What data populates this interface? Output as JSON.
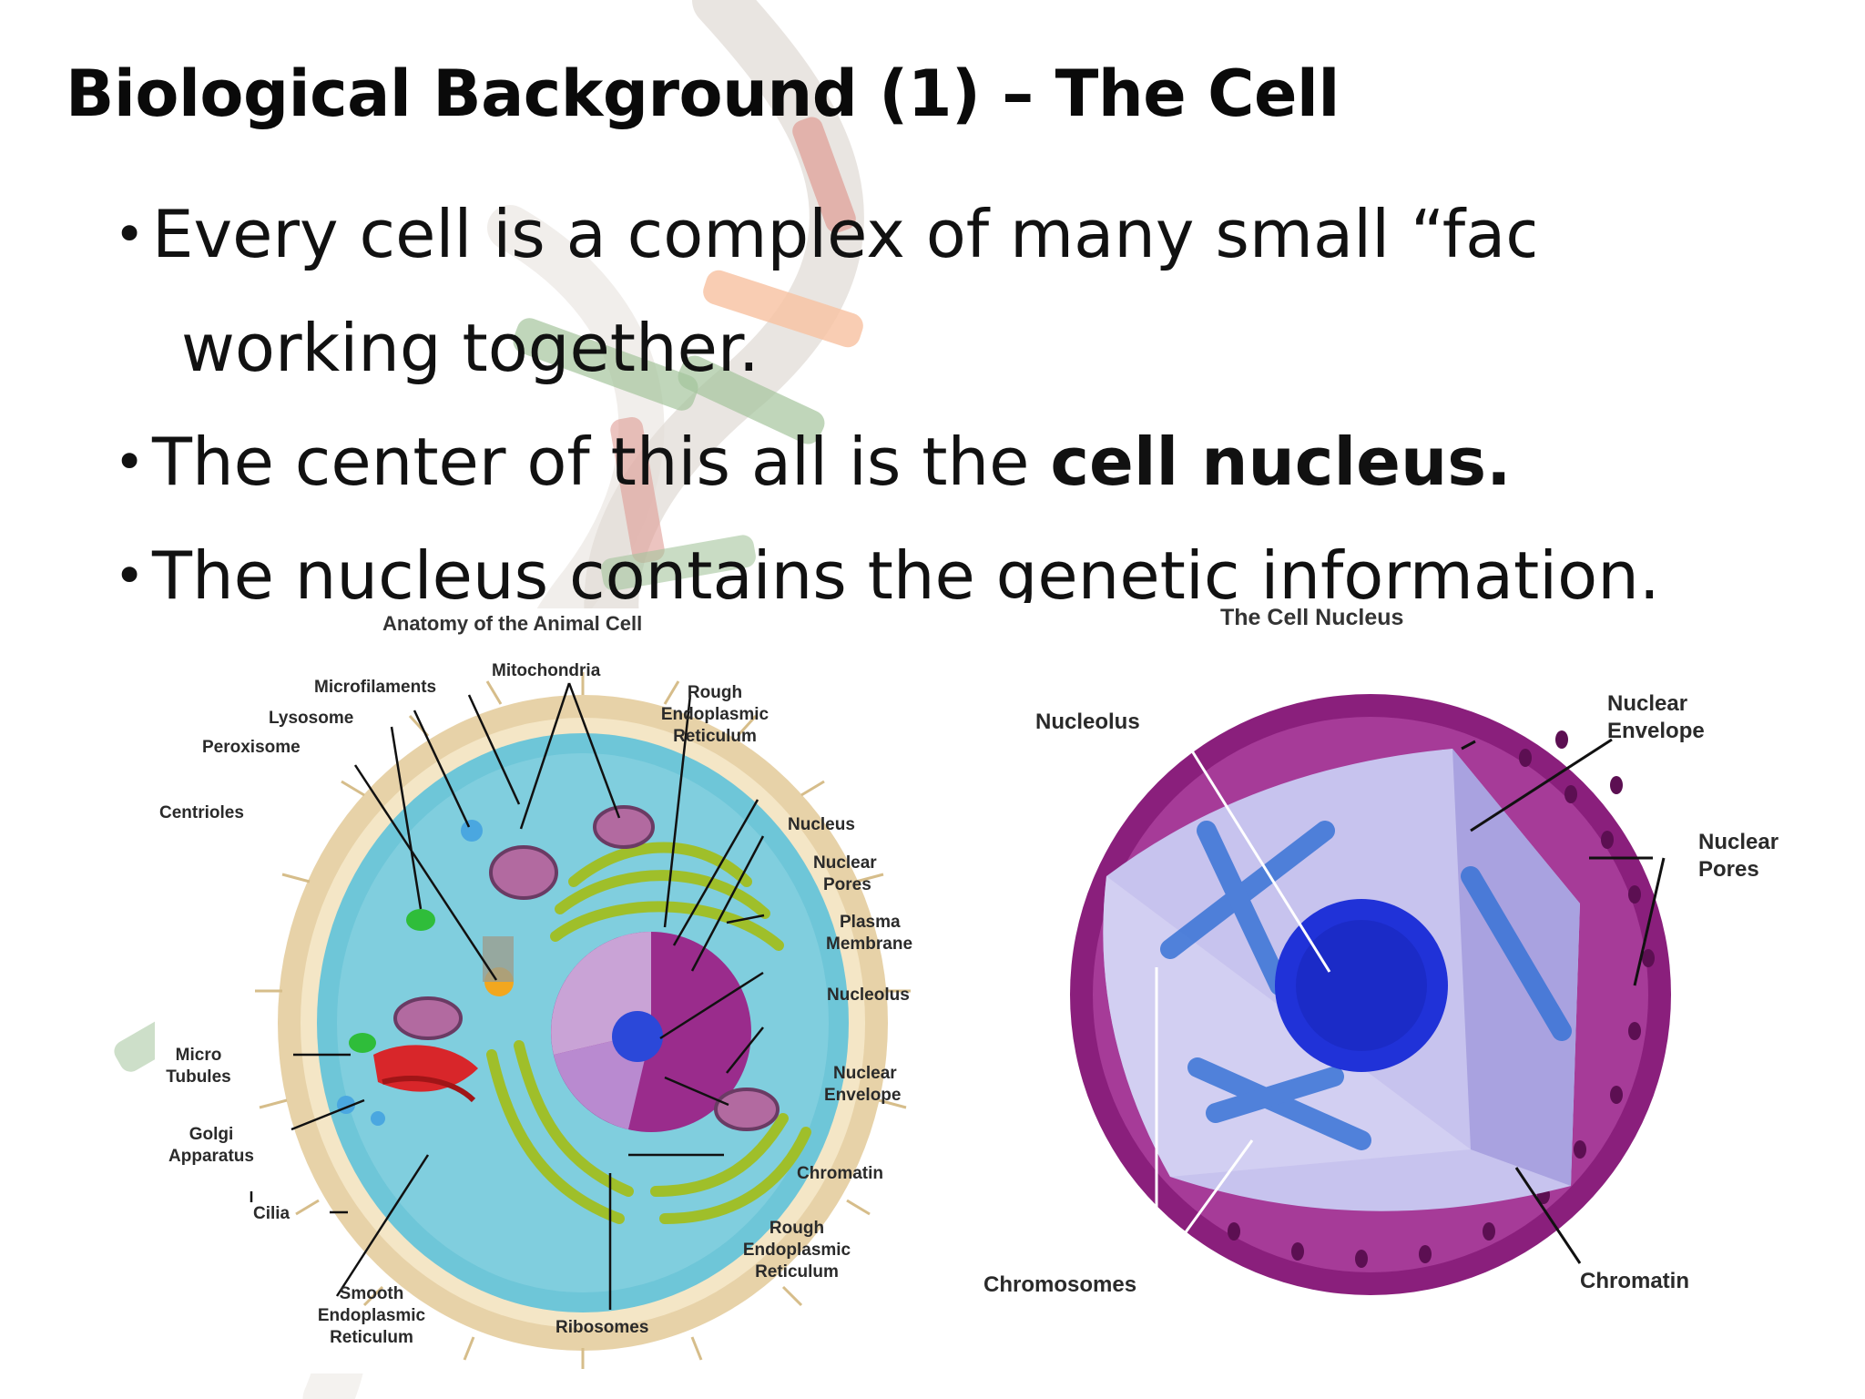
{
  "slide": {
    "title": "Biological Background (1) – The Cell",
    "bullets": [
      {
        "text": "Every cell is a complex of many small “factories",
        "continuation": "working together."
      },
      {
        "text": "The center of this all is the ",
        "bold": "cell nucleus."
      },
      {
        "text": "The nucleus contains the genetic information."
      }
    ]
  },
  "animal_cell": {
    "title": "Anatomy of the Animal Cell",
    "labels": {
      "mitochondria": "Mitochondria",
      "microfilaments": "Microfilaments",
      "lysosome": "Lysosome",
      "peroxisome": "Peroxisome",
      "centrioles": "Centrioles",
      "rough_er_top": [
        "Rough",
        "Endoplasmic",
        "Reticulum"
      ],
      "nucleus": "Nucleus",
      "nuclear_pores": [
        "Nuclear",
        "Pores"
      ],
      "plasma_membrane": [
        "Plasma",
        "Membrane"
      ],
      "nucleolus": "Nucleolus",
      "nuclear_envelope": [
        "Nuclear",
        "Envelope"
      ],
      "chromatin": "Chromatin",
      "rough_er_bottom": [
        "Rough",
        "Endoplasmic",
        "Reticulum"
      ],
      "micro_tubules": [
        "Micro",
        "Tubules"
      ],
      "golgi": [
        "Golgi",
        "Apparatus"
      ],
      "cilia": "Cilia",
      "smooth_er": [
        "Smooth",
        "Endoplasmic",
        "Reticulum"
      ],
      "ribosomes": "Ribosomes"
    }
  },
  "nucleus_fig": {
    "title": "The Cell Nucleus",
    "labels": {
      "nucleolus": "Nucleolus",
      "nuclear_envelope": [
        "Nuclear",
        "Envelope"
      ],
      "nuclear_pores": [
        "Nuclear",
        "Pores"
      ],
      "chromosomes": "Chromosomes",
      "chromatin": "Chromatin"
    }
  },
  "colors": {
    "title_text": "#0a0a0a",
    "cytoplasm": "#6ec6d8",
    "nucleus_purple": "#9a2c8c",
    "nucleolus_blue": "#1f3fd6",
    "golgi_red": "#d8262a",
    "er_green": "#9fbf2a",
    "dna_orange": "#f08a4b",
    "dna_green": "#4a8a3a",
    "dna_red": "#c0392b"
  }
}
